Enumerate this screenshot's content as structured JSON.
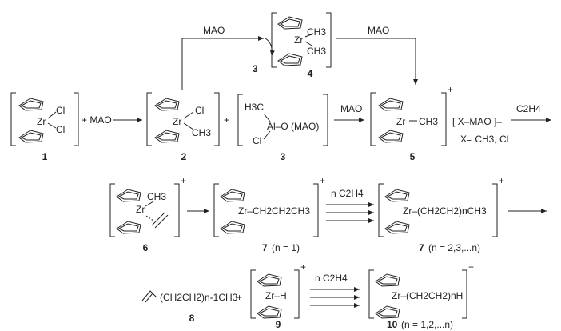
{
  "diagram": {
    "labels": {
      "c1": "1",
      "c2": "2",
      "c3": "3",
      "c3b": "3",
      "c4": "4",
      "c5": "5",
      "c6": "6",
      "c7a": "7",
      "c7a_suffix": "(n = 1)",
      "c7b": "7",
      "c7b_suffix": "(n = 2,3,...n)",
      "c8": "8",
      "c9": "9",
      "c10": "10",
      "c10_suffix": "(n = 1,2,...n)"
    },
    "reagents": {
      "mao_top_left": "MAO",
      "mao_top_right": "MAO",
      "plus_mao": "+ MAO",
      "mao_arrow": "MAO",
      "c2h4": "C2H4",
      "n_c2h4_a": "n C2H4",
      "n_c2h4_b": "n C2H4",
      "counter_anion": "[ X–MAO ]–",
      "x_def": "X= CH3, Cl"
    },
    "fragments": {
      "zr": "Zr",
      "cl": "Cl",
      "ch3": "CH3",
      "h3c": "H3C",
      "al_o": "Al–O",
      "mao_paren": "(MAO)",
      "plus": "+",
      "charge": "+",
      "chain7a": "Zr–CH2CH2CH3",
      "chain7b": "Zr–(CH2CH2)nCH3",
      "chain8": "(CH2CH2)n-1CH3",
      "zr_h": "Zr–H",
      "chain10": "Zr–(CH2CH2)nH"
    }
  }
}
